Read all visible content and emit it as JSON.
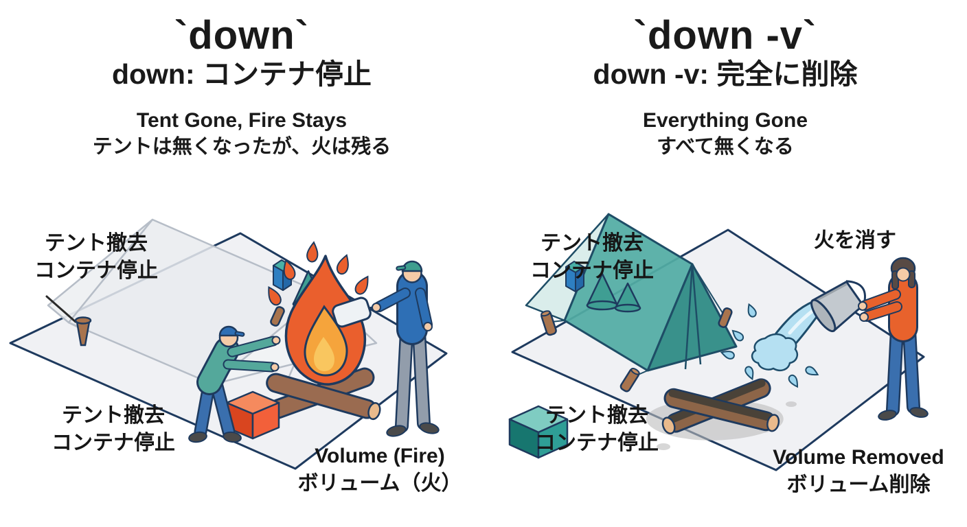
{
  "palette": {
    "outline_navy": "#1e3a5e",
    "ground_fill": "#f0f1f4",
    "ghost_tent_fill": "#e9ebee",
    "ghost_tent_stroke": "#b6bdc7",
    "tent_teal_main": "#52aca4",
    "tent_teal_pale": "#d8ecea",
    "tent_teal_dark": "#2e8b85",
    "fire_outer": "#ea5f2d",
    "fire_inner": "#f5a43c",
    "fire_core": "#f9c65f",
    "log_brown": "#9a6b50",
    "log_brown_wet": "#8d6548",
    "log_end_tan": "#e9ba8c",
    "char_dark": "#4a4238",
    "water_blue": "#b5e0f2",
    "water_drop": "#9fd6ef",
    "bucket_grey": "#c3c9cf",
    "box_orange": "#f2603a",
    "box_teal": "#2f9e96",
    "cube_blue": "#2e7fc2",
    "cone_teal": "#3f9e93",
    "peg_brown": "#a8744e",
    "skin": "#f5cba7",
    "sweater_teal": "#54a89b",
    "jacket_blue": "#2e6fb5",
    "jeans_blue": "#3a6fae",
    "pants_grey": "#929dab",
    "shirt_orange": "#e8622c",
    "hair_brown": "#584a44",
    "text_ink": "#1a1a1a"
  },
  "panels": {
    "left": {
      "title": "`down`",
      "subtitle": "down: コンテナ停止",
      "caption_en": "Tent Gone, Fire Stays",
      "caption_ja": "テントは無くなったが、火は残る",
      "labels": {
        "tent_top_line1": "テント撤去",
        "tent_top_line2": "コンテナ停止",
        "tent_bottom_line1": "テント撤去",
        "tent_bottom_line2": "コンテナ停止",
        "volume_line1": "Volume (Fire)",
        "volume_line2": "ボリューム（火）"
      }
    },
    "right": {
      "title": "`down -v`",
      "subtitle": "down -v: 完全に削除",
      "caption_en": "Everything Gone",
      "caption_ja": "すべて無くなる",
      "labels": {
        "tent_top_line1": "テント撤去",
        "tent_top_line2": "コンテナ停止",
        "extinguish": "火を消す",
        "tent_bottom_line1": "テント撤去",
        "tent_bottom_line2": "コンテナ停止",
        "volume_line1": "Volume Removed",
        "volume_line2": "ボリューム削除"
      }
    }
  }
}
